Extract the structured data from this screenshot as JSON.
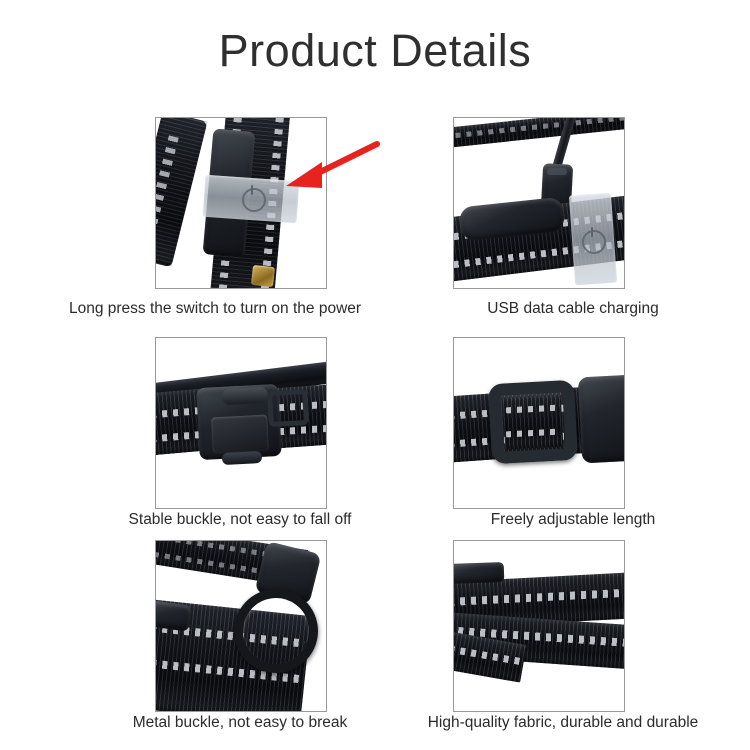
{
  "header": {
    "title": "Product Details"
  },
  "theme": {
    "background": "#ffffff",
    "title_color": "#2f2f2f",
    "caption_color": "#2b2b2b",
    "panel_border": "#9a9a9a",
    "arrow_color": "#e8231f"
  },
  "panels": [
    {
      "id": "power-switch",
      "caption": "Long press the switch to turn on the power",
      "image_alt": "close-up of dog collar control module with power button, red arrow pointing at it",
      "annotation": "red-arrow"
    },
    {
      "id": "usb-charging",
      "caption": "USB data cable charging",
      "image_alt": "USB charging cable plugged into the collar module"
    },
    {
      "id": "stable-buckle",
      "caption": "Stable buckle, not easy to fall off",
      "image_alt": "black side-release plastic buckle on reflective nylon strap"
    },
    {
      "id": "adjustable-length",
      "caption": "Freely adjustable length",
      "image_alt": "plastic slider adjuster on the collar webbing"
    },
    {
      "id": "metal-buckle",
      "caption": "Metal buckle, not easy to break",
      "image_alt": "metal D-ring attached to reflective nylon collar"
    },
    {
      "id": "quality-fabric",
      "caption": "High-quality fabric, durable and durable",
      "image_alt": "close-up of reflective nylon webbing fabric"
    }
  ],
  "icons": {
    "power": "power-icon",
    "arrow": "arrow-pointer-icon"
  }
}
